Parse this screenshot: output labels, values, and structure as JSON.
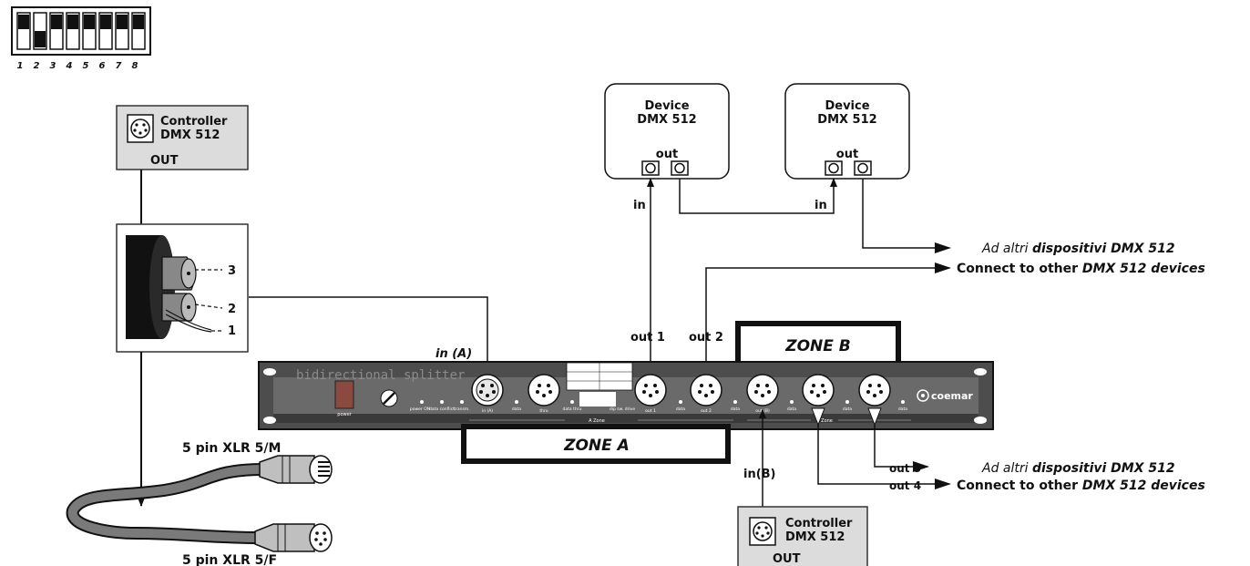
{
  "dip_switch": {
    "numbers": [
      "1",
      "2",
      "3",
      "4",
      "5",
      "6",
      "7",
      "8"
    ],
    "on_switch": "2"
  },
  "controller_top": {
    "line1": "Controller",
    "line2": "DMX 512",
    "port": "OUT"
  },
  "controller_bottom": {
    "line1": "Controller",
    "line2": "DMX 512",
    "port": "OUT"
  },
  "cable_pins": [
    "3",
    "2",
    "1"
  ],
  "device_1": {
    "line1": "Device",
    "line2": "DMX 512",
    "out": "out"
  },
  "device_2": {
    "line1": "Device",
    "line2": "DMX 512",
    "out": "out"
  },
  "labels": {
    "in_device1": "in",
    "in_device2": "in",
    "in_a": "in (A)",
    "out1": "out 1",
    "out2": "out 2",
    "in_b": "in(B)",
    "out4": "out 4",
    "out5": "out 5",
    "zone_a": "ZONE A",
    "zone_b": "ZONE B",
    "xlr_m": "5 pin XLR 5/M",
    "xlr_f": "5 pin XLR 5/F"
  },
  "connect_top": {
    "it_line_plain": "Ad altri ",
    "it_line_bold": "dispositivi DMX 512",
    "en_line_plain": "Connect to other ",
    "en_line_bold": "DMX 512 devices"
  },
  "connect_bottom": {
    "it_line_plain": "Ad altri ",
    "it_line_bold": "dispositivi DMX 512",
    "en_line_plain": "Connect to other ",
    "en_line_bold": "DMX 512 devices"
  },
  "rack": {
    "logo": "bidirectional splitter",
    "brand": "coemar",
    "power_label": "power",
    "led_labels": [
      "power ON",
      "data conflict",
      "transm."
    ],
    "port_labels": [
      "in (A)",
      "data",
      "thru",
      "data thru",
      "dip sw. drive",
      "out 1",
      "data",
      "out 2",
      "data",
      "out (B)",
      "data",
      "data",
      "data"
    ],
    "zone_a_strip": "A Zone",
    "zone_b_strip": "B Zone"
  },
  "colors": {
    "rack_body": "#4d4d4d",
    "rack_panel": "#6a6a6a",
    "box_fill": "#dcdcdc",
    "cable": "#7a7a7a"
  }
}
